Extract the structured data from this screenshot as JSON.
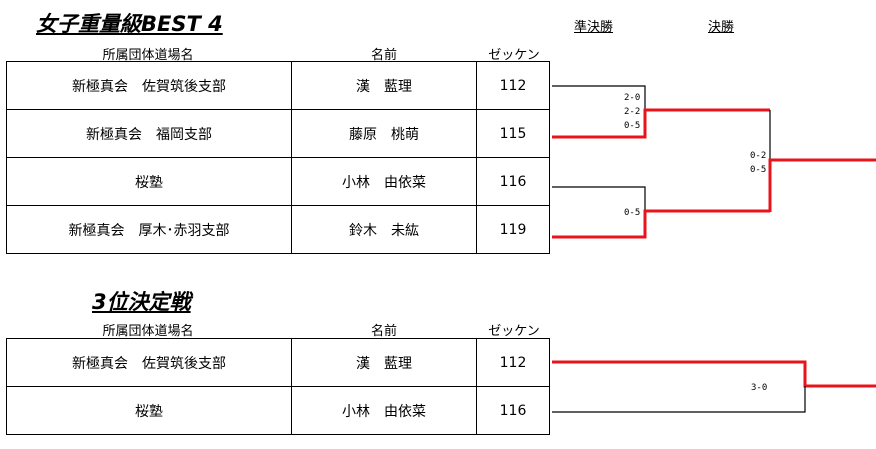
{
  "best4": {
    "title": "女子重量級BEST  4",
    "round_labels": {
      "semifinal": "準決勝",
      "final": "決勝"
    },
    "headers": {
      "dojo": "所属団体道場名",
      "name": "名前",
      "bib": "ゼッケン"
    },
    "entries": [
      {
        "dojo": "新極真会　佐賀筑後支部",
        "name": "漢　藍理",
        "bib": "112"
      },
      {
        "dojo": "新極真会　福岡支部",
        "name": "藤原　桃萌",
        "bib": "115"
      },
      {
        "dojo": "桜塾",
        "name": "小林　由依菜",
        "bib": "116"
      },
      {
        "dojo": "新極真会　厚木･赤羽支部",
        "name": "鈴木　未紘",
        "bib": "119"
      }
    ],
    "scores": {
      "sf1": [
        "2-0",
        "2-2",
        "0-5"
      ],
      "sf2": [
        "0-5"
      ],
      "final": [
        "0-2",
        "0-5"
      ]
    }
  },
  "third_place": {
    "title": "3位決定戦",
    "headers": {
      "dojo": "所属団体道場名",
      "name": "名前",
      "bib": "ゼッケン"
    },
    "entries": [
      {
        "dojo": "新極真会　佐賀筑後支部",
        "name": "漢　藍理",
        "bib": "112"
      },
      {
        "dojo": "桜塾",
        "name": "小林　由依菜",
        "bib": "116"
      }
    ],
    "scores": [
      "3-0"
    ]
  },
  "colors": {
    "winner_line": "#e8141c",
    "line": "#000000"
  }
}
